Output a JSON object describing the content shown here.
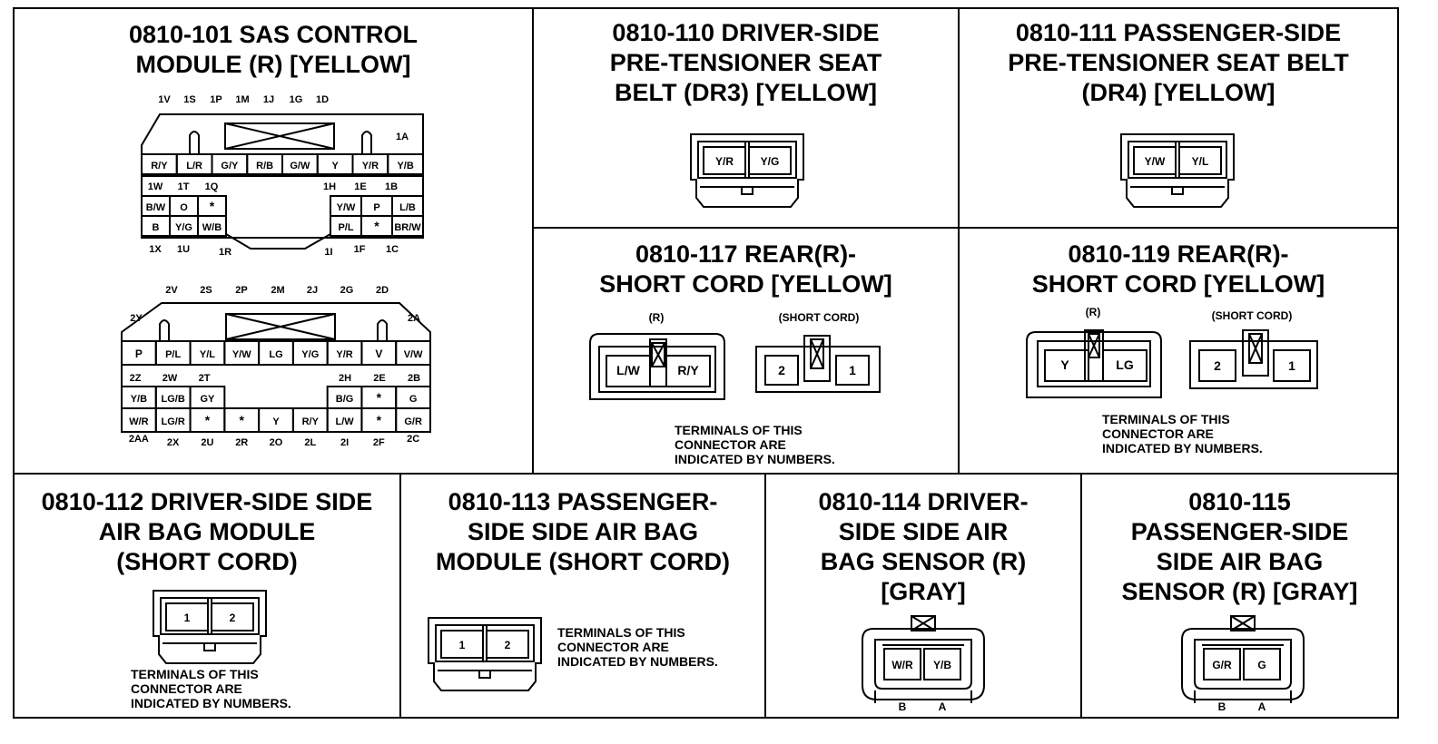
{
  "note_text": "TERMINALS OF THIS\nCONNECTOR ARE\nINDICATED BY NUMBERS.",
  "c101": {
    "title": "0810-101 SAS CONTROL\nMODULE (R) [YELLOW]",
    "c1": {
      "top_ids": [
        "1V",
        "1S",
        "1P",
        "1M",
        "1J",
        "1G",
        "1D"
      ],
      "corner_id": "1A",
      "row1": [
        "R/Y",
        "L/R",
        "G/Y",
        "R/B",
        "G/W",
        "Y",
        "Y/R",
        "Y/B"
      ],
      "ids2_left": [
        "1W",
        "1T",
        "1Q"
      ],
      "ids2_right": [
        "1H",
        "1E",
        "1B"
      ],
      "row2_left": [
        "B/W",
        "O",
        "*"
      ],
      "row2_right": [
        "Y/W",
        "P",
        "L/B"
      ],
      "row3_left": [
        "B",
        "Y/G",
        "W/B"
      ],
      "row3_right": [
        "P/L",
        "*",
        "BR/W"
      ],
      "bottom_ids": [
        "1X",
        "1U",
        "1R",
        "1I",
        "1F",
        "1C"
      ]
    },
    "c2": {
      "top_ids": [
        "2V",
        "2S",
        "2P",
        "2M",
        "2J",
        "2G",
        "2D"
      ],
      "left_id": "2Y",
      "right_id": "2A",
      "row1": [
        "P",
        "P/L",
        "Y/L",
        "Y/W",
        "LG",
        "Y/G",
        "Y/R",
        "V",
        "V/W"
      ],
      "ids2_left": [
        "2Z",
        "2W",
        "2T"
      ],
      "ids2_right": [
        "2H",
        "2E",
        "2B"
      ],
      "row2_left": [
        "Y/B",
        "LG/B",
        "GY"
      ],
      "row2_right": [
        "B/G",
        "*",
        "G"
      ],
      "row3": [
        "W/R",
        "LG/R",
        "*",
        "*",
        "Y",
        "R/Y",
        "L/W",
        "*",
        "G/R"
      ],
      "bottom_ids": [
        "2AA",
        "2X",
        "2U",
        "2R",
        "2O",
        "2L",
        "2I",
        "2F",
        "2C"
      ]
    }
  },
  "c110": {
    "title": "0810-110 DRIVER-SIDE\nPRE-TENSIONER SEAT\nBELT (DR3) [YELLOW]",
    "pins": [
      "Y/R",
      "Y/G"
    ]
  },
  "c111": {
    "title": "0810-111 PASSENGER-SIDE\nPRE-TENSIONER SEAT BELT\n(DR4) [YELLOW]",
    "pins": [
      "Y/W",
      "Y/L"
    ]
  },
  "c117": {
    "title": "0810-117  REAR(R)-\nSHORT CORD [YELLOW]",
    "label_r": "(R)",
    "label_sc": "(SHORT CORD)",
    "pins_r": [
      "L/W",
      "R/Y"
    ],
    "pins_sc": [
      "2",
      "1"
    ]
  },
  "c119": {
    "title": "0810-119  REAR(R)-\nSHORT CORD [YELLOW]",
    "label_r": "(R)",
    "label_sc": "(SHORT CORD)",
    "pins_r": [
      "Y",
      "LG"
    ],
    "pins_sc": [
      "2",
      "1"
    ]
  },
  "c112": {
    "title": "0810-112 DRIVER-SIDE SIDE\nAIR BAG MODULE\n(SHORT CORD)",
    "pins": [
      "1",
      "2"
    ]
  },
  "c113": {
    "title": "0810-113 PASSENGER-\nSIDE SIDE AIR BAG\nMODULE (SHORT CORD)",
    "pins": [
      "1",
      "2"
    ]
  },
  "c114": {
    "title": "0810-114 DRIVER-\nSIDE SIDE AIR\nBAG SENSOR (R)\n[GRAY]",
    "pins": [
      "W/R",
      "Y/B"
    ],
    "pos": [
      "B",
      "A"
    ]
  },
  "c115": {
    "title": "0810-115\nPASSENGER-SIDE\nSIDE AIR BAG\nSENSOR (R) [GRAY]",
    "pins": [
      "G/R",
      "G"
    ],
    "pos": [
      "B",
      "A"
    ]
  }
}
